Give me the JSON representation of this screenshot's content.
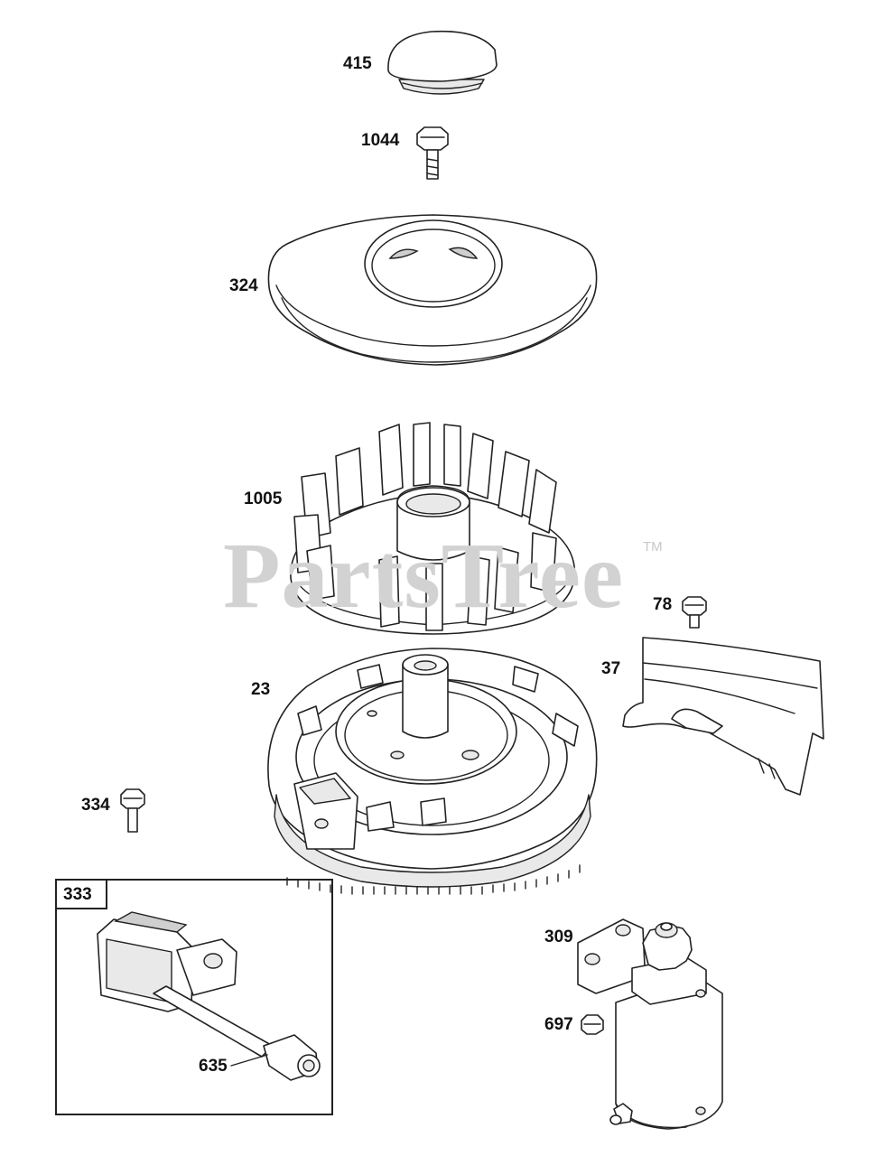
{
  "diagram": {
    "watermark": "PartsTree",
    "trademark": "TM",
    "inset_label": "333",
    "parts": [
      {
        "id": "415"
      },
      {
        "id": "1044"
      },
      {
        "id": "324"
      },
      {
        "id": "1005"
      },
      {
        "id": "78"
      },
      {
        "id": "37"
      },
      {
        "id": "23"
      },
      {
        "id": "334"
      },
      {
        "id": "635"
      },
      {
        "id": "309"
      },
      {
        "id": "697"
      }
    ]
  }
}
